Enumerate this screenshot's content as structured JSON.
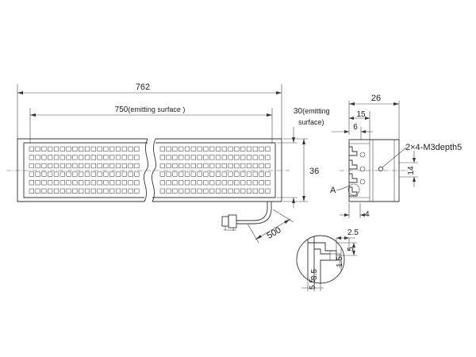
{
  "dimensions": {
    "total_length": "762",
    "emitting_length": "750",
    "emitting_length_suffix": "(emitting surface )",
    "emitting_width": "30",
    "emitting_width_suffix": "(emitting",
    "emitting_width_line2": "surface)",
    "height": "36",
    "cable_length": "500",
    "depth": "26",
    "d15": "15",
    "d6": "6",
    "d14": "14",
    "d4": "4",
    "mount_holes": "2×4-M3depth5",
    "detail_label": "A",
    "detail_2_5": "2.5",
    "detail_5": "5",
    "detail_1_5": "1.5",
    "detail_3_5": "3.5",
    "detail_5_5": "5.5"
  }
}
